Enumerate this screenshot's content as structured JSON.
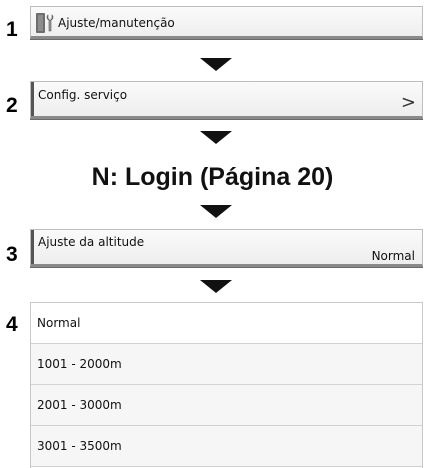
{
  "steps": [
    "1",
    "2",
    "3",
    "4"
  ],
  "step1": {
    "label": "Ajuste/manutenção",
    "icon": "wrench-icon"
  },
  "step2": {
    "label": "Config. serviço",
    "chevron": ">"
  },
  "heading": "N: Login (Página 20)",
  "step3": {
    "label": "Ajuste da altitude",
    "value": "Normal"
  },
  "options": [
    "Normal",
    "1001 - 2000m",
    "2001 - 3000m",
    "3001 - 3500m"
  ]
}
